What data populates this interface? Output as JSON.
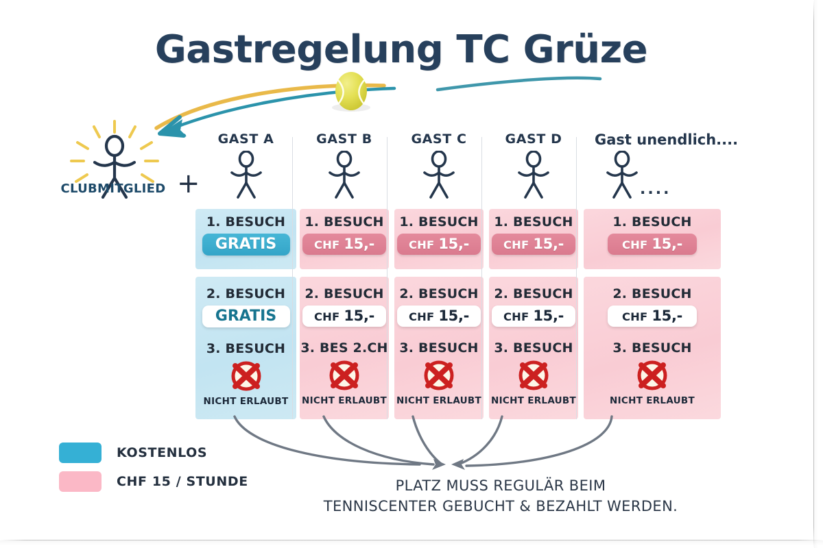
{
  "title": "Gastregelung TC Grüze",
  "member": {
    "label": "CLUBMITGLIED",
    "plus": "+",
    "icon": "shining-stick-figure-icon"
  },
  "columns": [
    {
      "header": "GAST A",
      "wide": false,
      "trailing_dots": "",
      "theme": "blue",
      "visits": [
        {
          "label": "1. BESUCH",
          "value": "GRATIS",
          "style": "solid"
        },
        {
          "label": "2. BESUCH",
          "value": "GRATIS",
          "style": "white"
        },
        {
          "label": "3. BESUCH",
          "value": "NICHT ERLAUBT",
          "style": "forbidden"
        }
      ]
    },
    {
      "header": "GAST B",
      "wide": false,
      "trailing_dots": "",
      "theme": "pink",
      "visits": [
        {
          "label": "1. BESUCH",
          "currency": "CHF",
          "amount": "15,-",
          "style": "solid"
        },
        {
          "label": "2. BESUCH",
          "currency": "CHF",
          "amount": "15,-",
          "style": "white"
        },
        {
          "label": "3. BES 2.CH",
          "value": "NICHT ERLAUBT",
          "style": "forbidden"
        }
      ]
    },
    {
      "header": "GAST C",
      "wide": false,
      "trailing_dots": "",
      "theme": "pink",
      "visits": [
        {
          "label": "1. BESUCH",
          "currency": "CHF",
          "amount": "15,-",
          "style": "solid"
        },
        {
          "label": "2. BESUCH",
          "currency": "CHF",
          "amount": "15,-",
          "style": "white"
        },
        {
          "label": "3. BESUCH",
          "value": "NICHT ERLAUBT",
          "style": "forbidden"
        }
      ]
    },
    {
      "header": "GAST D",
      "wide": false,
      "trailing_dots": "",
      "theme": "pink",
      "visits": [
        {
          "label": "1. BESUCH",
          "currency": "CHF",
          "amount": "15,-",
          "style": "solid"
        },
        {
          "label": "2. BESUCH",
          "currency": "CHF",
          "amount": "15,-",
          "style": "white"
        },
        {
          "label": "3. BESUCH",
          "value": "NICHT ERLAUBT",
          "style": "forbidden"
        }
      ]
    },
    {
      "header": "Gast unendlich....",
      "wide": true,
      "trailing_dots": "....",
      "theme": "pink",
      "visits": [
        {
          "label": "1. BESUCH",
          "currency": "CHF",
          "amount": "15,-",
          "style": "solid"
        },
        {
          "label": "2. BESUCH",
          "currency": "CHF",
          "amount": "15,-",
          "style": "white"
        },
        {
          "label": "3. BESUCH",
          "value": "NICHT ERLAUBT",
          "style": "forbidden"
        }
      ]
    }
  ],
  "legend": [
    {
      "color": "#35b0d5",
      "label": "KOSTENLOS"
    },
    {
      "color": "#fbb8c6",
      "label": "CHF 15 / STUNDE"
    }
  ],
  "footnote": {
    "line1": "PLATZ MUSS REGULÄR BEIM",
    "line2": "TENNISCENTER GEBUCHT & BEZAHLT WERDEN."
  },
  "colors": {
    "title": "#27405c",
    "member_label": "#1d4a69",
    "free_pill": "#3aadd0",
    "paid_pill": "#e08497",
    "card_blue": "#c9e7f3",
    "card_pink": "#fad3da",
    "forbidden": "#cc2020",
    "arc_yellow": "#e9b949",
    "arc_teal": "#2b93ab",
    "arrow_gray": "#6f7884"
  }
}
